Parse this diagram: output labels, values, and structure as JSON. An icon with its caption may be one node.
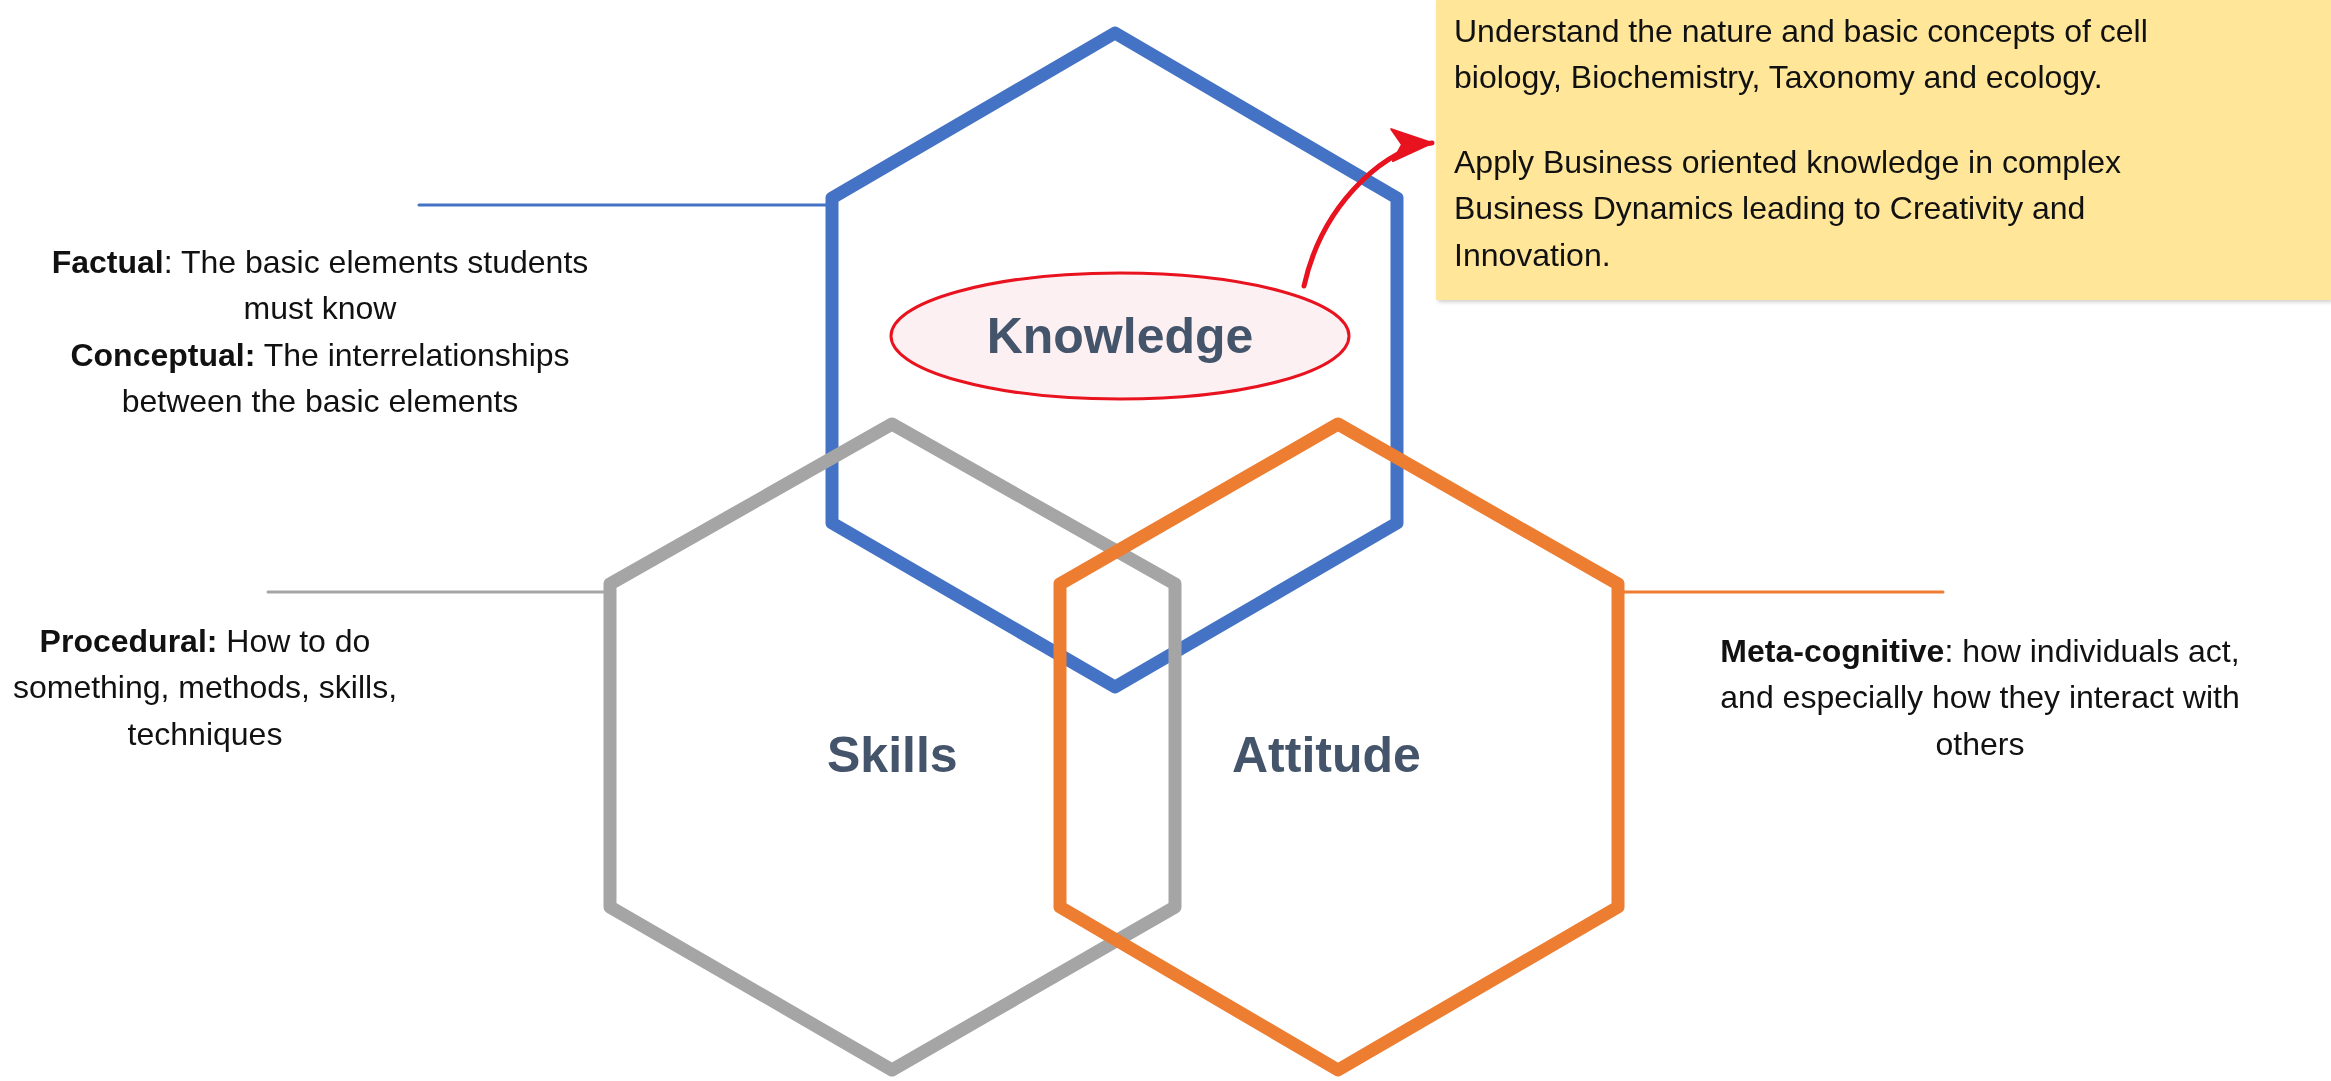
{
  "diagram": {
    "nodes": [
      {
        "text": [],
        "shape": "hexagon"
      },
      {
        "text": [
          "Knowledge"
        ],
        "in": 0
      },
      {
        "text": [
          "Skills"
        ]
      },
      {
        "text": [
          "Attitude"
        ]
      },
      {
        "text": [
          "Understand the nature and basic concepts of cell biology, Biochemistry, Taxonomy and ecology.",
          "Apply Business oriented knowledge in complex Business Dynamics leading to Creativity and Innovation."
        ]
      },
      {
        "text": [
          "**Factual**: The basic elements students must know",
          "**Conceptual:** The interrelationships between the basic elements"
        ]
      },
      {
        "text": [
          "**Procedural:** How to do something, methods, skills, techniques"
        ]
      },
      {
        "text": [
          "**Meta-cognitive**: how individuals act, and especially how they interact with others"
        ]
      }
    ],
    "edges": [
      {
        "from": 1,
        "to": 4,
        "arrow": "to",
        "color": "#e8131f"
      },
      {
        "from": 5,
        "to": 0,
        "arrow": "none",
        "color": "#4472c4"
      },
      {
        "from": 6,
        "to": 2,
        "arrow": "none",
        "color": "#a5a5a5"
      },
      {
        "from": 7,
        "to": 3,
        "arrow": "none",
        "color": "#ed7d31"
      }
    ]
  }
}
